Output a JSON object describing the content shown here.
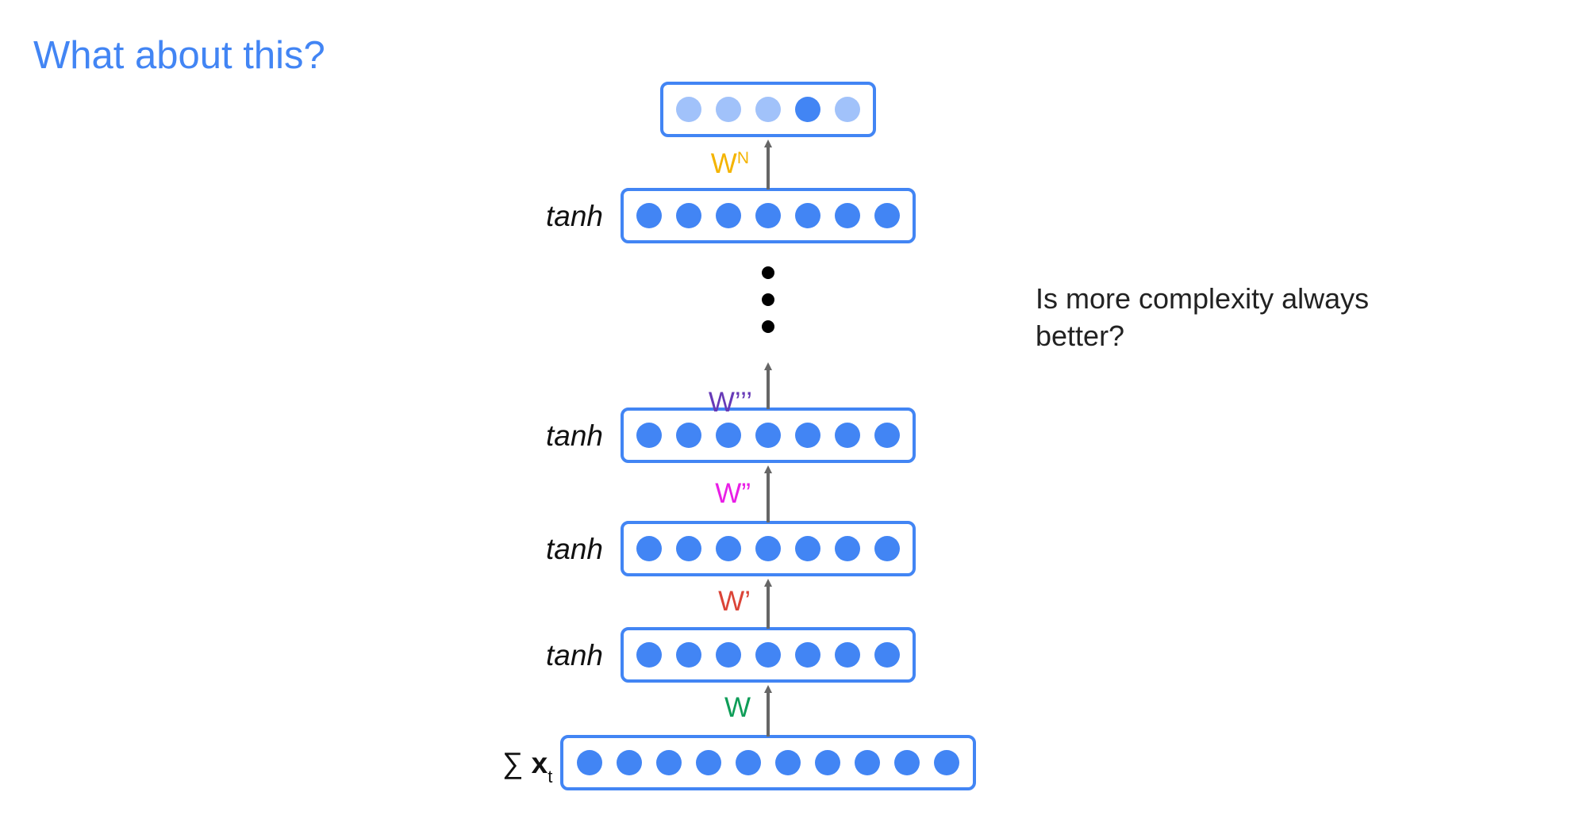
{
  "title": "What about this?",
  "note": "Is more complexity always better?",
  "colors": {
    "title": "#4285f4",
    "node": "#4285f4",
    "node_light": "#a1c2fa",
    "box_border": "#4285f4",
    "arrow": "#666666",
    "ellipsis_dots": "#000000"
  },
  "input_layer": {
    "label_symbol": "∑",
    "label_var": "x",
    "label_sub": "t",
    "nodes": 10
  },
  "hidden_layers": [
    {
      "label": "tanh",
      "nodes": 7
    },
    {
      "label": "tanh",
      "nodes": 7
    },
    {
      "label": "tanh",
      "nodes": 7
    },
    {
      "label": "tanh",
      "nodes": 7
    }
  ],
  "output_layer": {
    "nodes": 5,
    "highlighted_index": 3
  },
  "weights": [
    {
      "base": "W",
      "mark": "",
      "color": "#0f9d58"
    },
    {
      "base": "W",
      "mark": "’",
      "color": "#db4437"
    },
    {
      "base": "W",
      "mark": "”",
      "color": "#e91ee6"
    },
    {
      "base": "W",
      "mark": "’’’",
      "color": "#673ab7"
    },
    {
      "base": "W",
      "mark": "N",
      "color": "#f4b400"
    }
  ],
  "ellipsis_count": 3
}
